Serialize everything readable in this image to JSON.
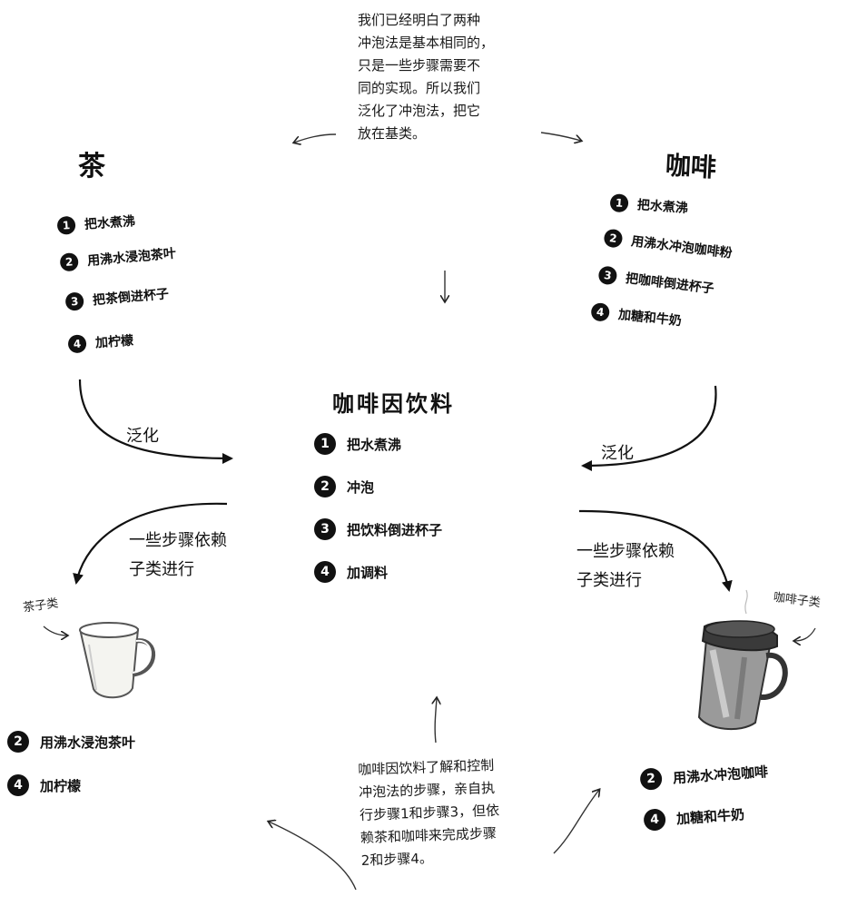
{
  "top_note": "我们已经明白了两种\n冲泡法是基本相同的，\n只是一些步骤需要不\n同的实现。所以我们\n泛化了冲泡法，把它\n放在基类。",
  "tea": {
    "title": "茶",
    "steps": [
      {
        "num": "1",
        "text": "把水煮沸"
      },
      {
        "num": "2",
        "text": "用沸水浸泡茶叶"
      },
      {
        "num": "3",
        "text": "把茶倒进杯子"
      },
      {
        "num": "4",
        "text": "加柠檬"
      }
    ]
  },
  "coffee": {
    "title": "咖啡",
    "steps": [
      {
        "num": "1",
        "text": "把水煮沸"
      },
      {
        "num": "2",
        "text": "用沸水冲泡咖啡粉"
      },
      {
        "num": "3",
        "text": "把咖啡倒进杯子"
      },
      {
        "num": "4",
        "text": "加糖和牛奶"
      }
    ]
  },
  "beverage": {
    "title": "咖啡因饮料",
    "steps": [
      {
        "num": "1",
        "text": "把水煮沸"
      },
      {
        "num": "2",
        "text": "冲泡"
      },
      {
        "num": "3",
        "text": "把饮料倒进杯子"
      },
      {
        "num": "4",
        "text": "加调料"
      }
    ]
  },
  "generalize_left": "泛化",
  "generalize_right": "泛化",
  "subclass_left": "一些步骤依赖\n子类进行",
  "subclass_right": "一些步骤依赖\n子类进行",
  "tea_subclass": {
    "label": "茶子类",
    "steps": [
      {
        "num": "2",
        "text": "用沸水浸泡茶叶"
      },
      {
        "num": "4",
        "text": "加柠檬"
      }
    ]
  },
  "coffee_subclass": {
    "label": "咖啡子类",
    "steps": [
      {
        "num": "2",
        "text": "用沸水冲泡咖啡"
      },
      {
        "num": "4",
        "text": "加糖和牛奶"
      }
    ]
  },
  "bottom_note": "咖啡因饮料了解和控制\n冲泡法的步骤，亲自执\n行步骤1和步骤3，但依\n赖茶和咖啡来完成步骤\n2和步骤4。"
}
